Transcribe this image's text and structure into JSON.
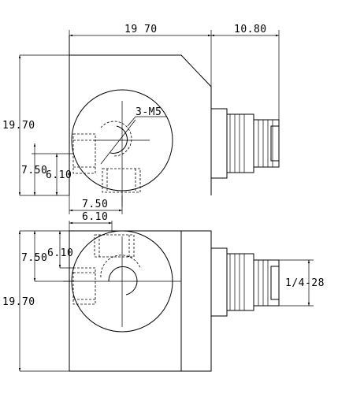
{
  "top_view": {
    "overall_width": "19 70",
    "fitting_length": "10.80",
    "height": "19.70",
    "thread_callout": "3-M5",
    "port_offset_y": "7.50",
    "port_offset_y2": "6.10",
    "port_offset_x": "7.50",
    "port_offset_x2": "6.10"
  },
  "bottom_view": {
    "height": "19.70",
    "port_offset_y": "7.50",
    "port_offset_y2": "6.10",
    "thread_size": "1/4-28"
  }
}
